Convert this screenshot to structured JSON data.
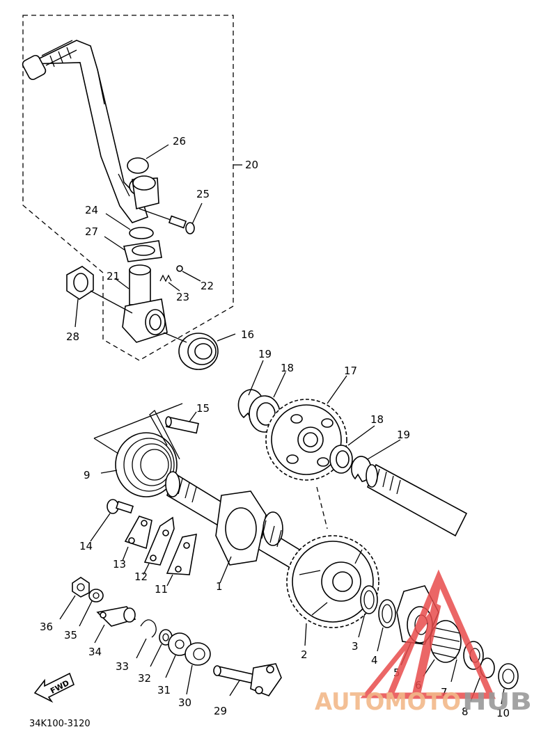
{
  "diagram": {
    "part_labels": [
      "1",
      "2",
      "3",
      "4",
      "5",
      "6",
      "7",
      "8",
      "10",
      "9",
      "11",
      "12",
      "13",
      "14",
      "15",
      "16",
      "17",
      "18",
      "18",
      "19",
      "19",
      "20",
      "21",
      "22",
      "23",
      "24",
      "25",
      "26",
      "27",
      "28",
      "29",
      "30",
      "31",
      "32",
      "33",
      "34",
      "35",
      "36"
    ],
    "drawing_code": "34K100-3120",
    "fwd_label": "FWD"
  },
  "watermark": {
    "text_left": "AUTOMOTO",
    "text_right": "HUB",
    "color_primary": "#e84c4c",
    "color_secondary": "#f2b98a",
    "color_tertiary": "#9a9a9a"
  }
}
